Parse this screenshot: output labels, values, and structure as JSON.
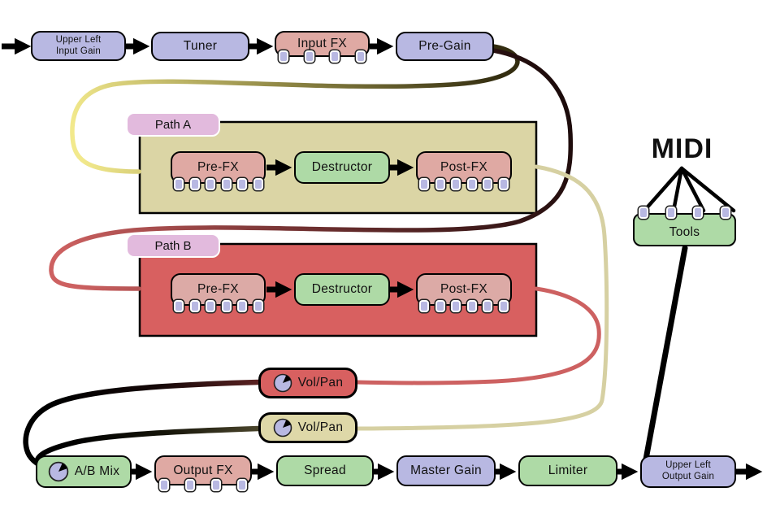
{
  "nodes": {
    "input_gain": "Upper Left\nInput Gain",
    "tuner": "Tuner",
    "input_fx": "Input FX",
    "pre_gain": "Pre-Gain",
    "path_a_label": "Path A",
    "path_a_pre_fx": "Pre-FX",
    "path_a_destructor": "Destructor",
    "path_a_post_fx": "Post-FX",
    "path_b_label": "Path B",
    "path_b_pre_fx": "Pre-FX",
    "path_b_destructor": "Destructor",
    "path_b_post_fx": "Post-FX",
    "vol_pan_b": "Vol/Pan",
    "vol_pan_a": "Vol/Pan",
    "ab_mix": "A/B Mix",
    "output_fx": "Output FX",
    "spread": "Spread",
    "master_gain": "Master Gain",
    "limiter": "Limiter",
    "output_gain": "Upper Left\nOutput Gain",
    "midi": "MIDI",
    "tools": "Tools"
  },
  "colors": {
    "module_lavender": "#b8b8e2",
    "module_salmon": "#dfa9a3",
    "module_green": "#aedaa6",
    "container_khaki": "#dbd5a5",
    "container_red": "#d86060",
    "label_pink": "#e2badd",
    "wire_yellow": "#f2e98c",
    "wire_red": "#cd6161",
    "wire_tan": "#d6d0a2",
    "wire_black": "#000000"
  }
}
